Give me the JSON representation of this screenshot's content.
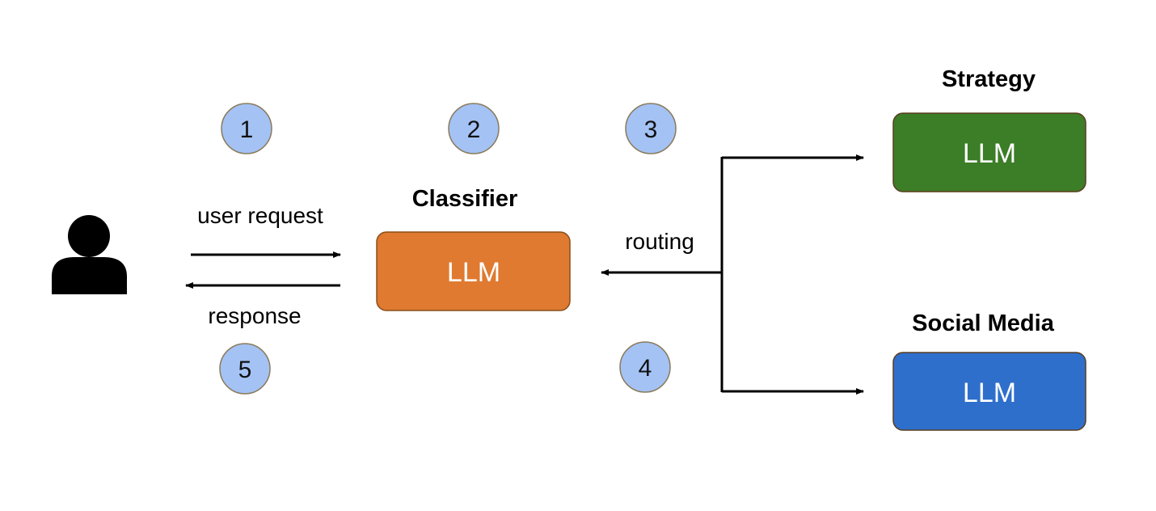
{
  "user": {
    "icon": "user-icon"
  },
  "arrows": {
    "request_label": "user request",
    "response_label": "response",
    "routing_label": "routing"
  },
  "classifier": {
    "title": "Classifier",
    "label": "LLM",
    "color": "#df7a30",
    "border": "#8a4e1a"
  },
  "strategy": {
    "title": "Strategy",
    "label": "LLM",
    "color": "#3c7d27",
    "border": "#5a3d1e"
  },
  "social_media": {
    "title": "Social Media",
    "label": "LLM",
    "color": "#2f6fcc",
    "border": "#5a3d1e"
  },
  "steps": [
    "1",
    "2",
    "3",
    "4",
    "5"
  ],
  "colors": {
    "step_circle": "#a4c2f4",
    "arrow": "#000000"
  }
}
